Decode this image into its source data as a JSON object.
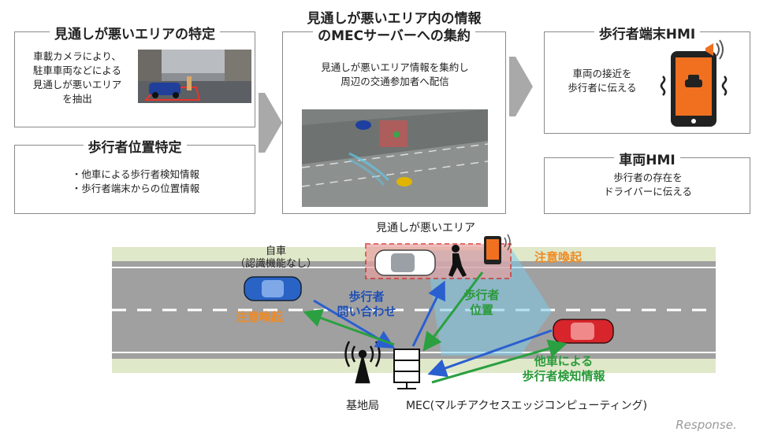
{
  "panels": {
    "area_identify": {
      "title": "見通しが悪いエリアの特定",
      "lines": [
        "車載カメラにより、",
        "駐車車両などによる",
        "見通しが悪いエリア",
        "を抽出"
      ]
    },
    "pedestrian_pos": {
      "title": "歩行者位置特定",
      "lines": [
        "・他車による歩行者検知情報",
        "・歩行者端末からの位置情報"
      ]
    },
    "mec_collect": {
      "title_lines": [
        "見通しが悪いエリア内の情報",
        "のMECサーバーへの集約"
      ],
      "lines": [
        "見通しが悪いエリア情報を集約し",
        "周辺の交通参加者へ配信"
      ]
    },
    "ped_hmi": {
      "title": "歩行者端末HMI",
      "lines": [
        "車両の接近を",
        "歩行者に伝える"
      ]
    },
    "veh_hmi": {
      "title": "車両HMI",
      "lines": [
        "歩行者の存在を",
        "ドライバーに伝える"
      ]
    }
  },
  "scene": {
    "blind_area_label": "見通しが悪いエリア",
    "own_car_lines": [
      "自車",
      "（認識機能なし）"
    ],
    "alert_left": "注意喚起",
    "alert_right": "注意喚起",
    "query_lines": [
      "歩行者",
      "問い合わせ"
    ],
    "ped_position_lines": [
      "歩行者",
      "位置"
    ],
    "other_car_lines": [
      "他車による",
      "歩行者検知情報"
    ],
    "base_station": "基地局",
    "mec_label": "MEC(マルチアクセスエッジコンピューティング)"
  },
  "watermark": "Response.",
  "colors": {
    "blue_label": "#1f4fb5",
    "green_label": "#2a9a3a",
    "orange_label": "#f08a24",
    "road": "#a0a0a0",
    "sidewalk": "#dfe8c9"
  }
}
